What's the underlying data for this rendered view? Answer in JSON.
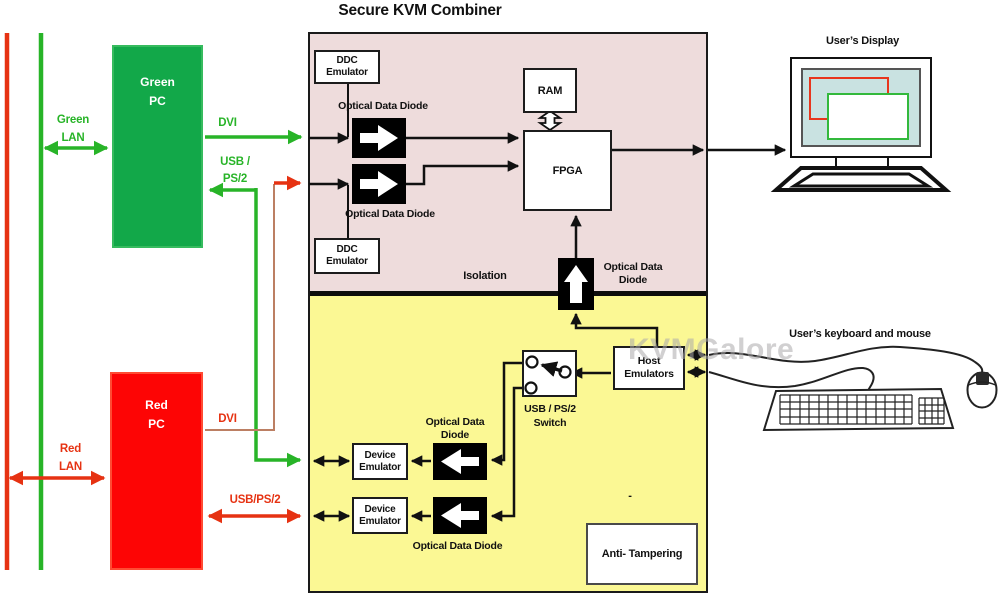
{
  "title": "Secure KVM Combiner",
  "watermark": "KVMGalore",
  "colors": {
    "green": "#28b428",
    "red": "#e63212",
    "brown": "#bc7f63",
    "pink_section": "#eedcdc",
    "yellow_section": "#fbf894",
    "pc_green": "#12a849",
    "pc_red": "#fd0505",
    "screen_blue": "#c9e2e1"
  },
  "pcs": {
    "green": {
      "line1": "Green",
      "line2": "PC"
    },
    "red": {
      "line1": "Red",
      "line2": "PC"
    }
  },
  "lan": {
    "green": {
      "line1": "Green",
      "line2": "LAN"
    },
    "red": {
      "line1": "Red",
      "line2": "LAN"
    }
  },
  "links": {
    "green_dvi": "DVI",
    "green_usb": {
      "line1": "USB /",
      "line2": "PS/2"
    },
    "red_dvi": "DVI",
    "red_usb": "USB/PS/2"
  },
  "combiner": {
    "ddc_top": {
      "line1": "DDC",
      "line2": "Emulator"
    },
    "ddc_bottom": {
      "line1": "DDC",
      "line2": "Emulator"
    },
    "optical_diode_top_label": "Optical Data Diode",
    "optical_diode_mid_label": "Optical Data Diode",
    "ram": "RAM",
    "fpga": "FPGA",
    "isolation": "Isolation",
    "iso_diode": {
      "line1": "Optical Data",
      "line2": "Diode"
    },
    "usb_switch": {
      "line1": "USB / PS/2",
      "line2": "Switch"
    },
    "host_emulators": {
      "line1": "Host",
      "line2": "Emulators"
    },
    "device_emulator_top": {
      "line1": "Device",
      "line2": "Emulator"
    },
    "device_emulator_bottom": {
      "line1": "Device",
      "line2": "Emulator"
    },
    "optical_diode_kb_top": {
      "line1": "Optical Data",
      "line2": "Diode"
    },
    "optical_diode_kb_bottom": "Optical Data Diode",
    "anti_tampering": "Anti- Tampering",
    "dash": "-"
  },
  "peripherals": {
    "display": "User’s Display",
    "keyboard_mouse": "User’s keyboard and mouse"
  }
}
